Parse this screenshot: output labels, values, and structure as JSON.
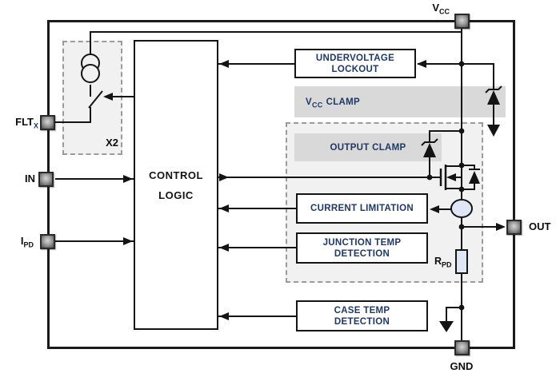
{
  "pins": {
    "vcc": {
      "base": "V",
      "sub": "CC"
    },
    "fltx": {
      "base": "FLT",
      "sub": "X"
    },
    "in": {
      "base": "IN",
      "sub": ""
    },
    "ipd": {
      "base": "I",
      "sub": "PD"
    },
    "out": {
      "base": "OUT",
      "sub": ""
    },
    "gnd": {
      "base": "GND",
      "sub": ""
    }
  },
  "blocks": {
    "control_logic": {
      "line1": "CONTROL",
      "line2": "LOGIC"
    },
    "undervoltage_lockout": {
      "line1": "UNDERVOLTAGE",
      "line2": "LOCKOUT"
    },
    "vcc_clamp": {
      "base": "V",
      "sub": "CC",
      "rest": "CLAMP"
    },
    "output_clamp": {
      "label": "OUTPUT CLAMP"
    },
    "current_limitation": {
      "label": "CURRENT LIMITATION"
    },
    "junction_temp_detection": {
      "line1": "JUNCTION TEMP",
      "line2": "DETECTION"
    },
    "case_temp_detection": {
      "line1": "CASE TEMP",
      "line2": "DETECTION"
    }
  },
  "components": {
    "multiplier_label": "X2",
    "pulldown_resistor": {
      "base": "R",
      "sub": "PD"
    }
  },
  "colors": {
    "label_navy": "#1F3864",
    "band_gray": "#D9D9D9",
    "group_fill": "#F1F1F1",
    "component_fill": "#DFE6F4",
    "wire": "#141414"
  }
}
